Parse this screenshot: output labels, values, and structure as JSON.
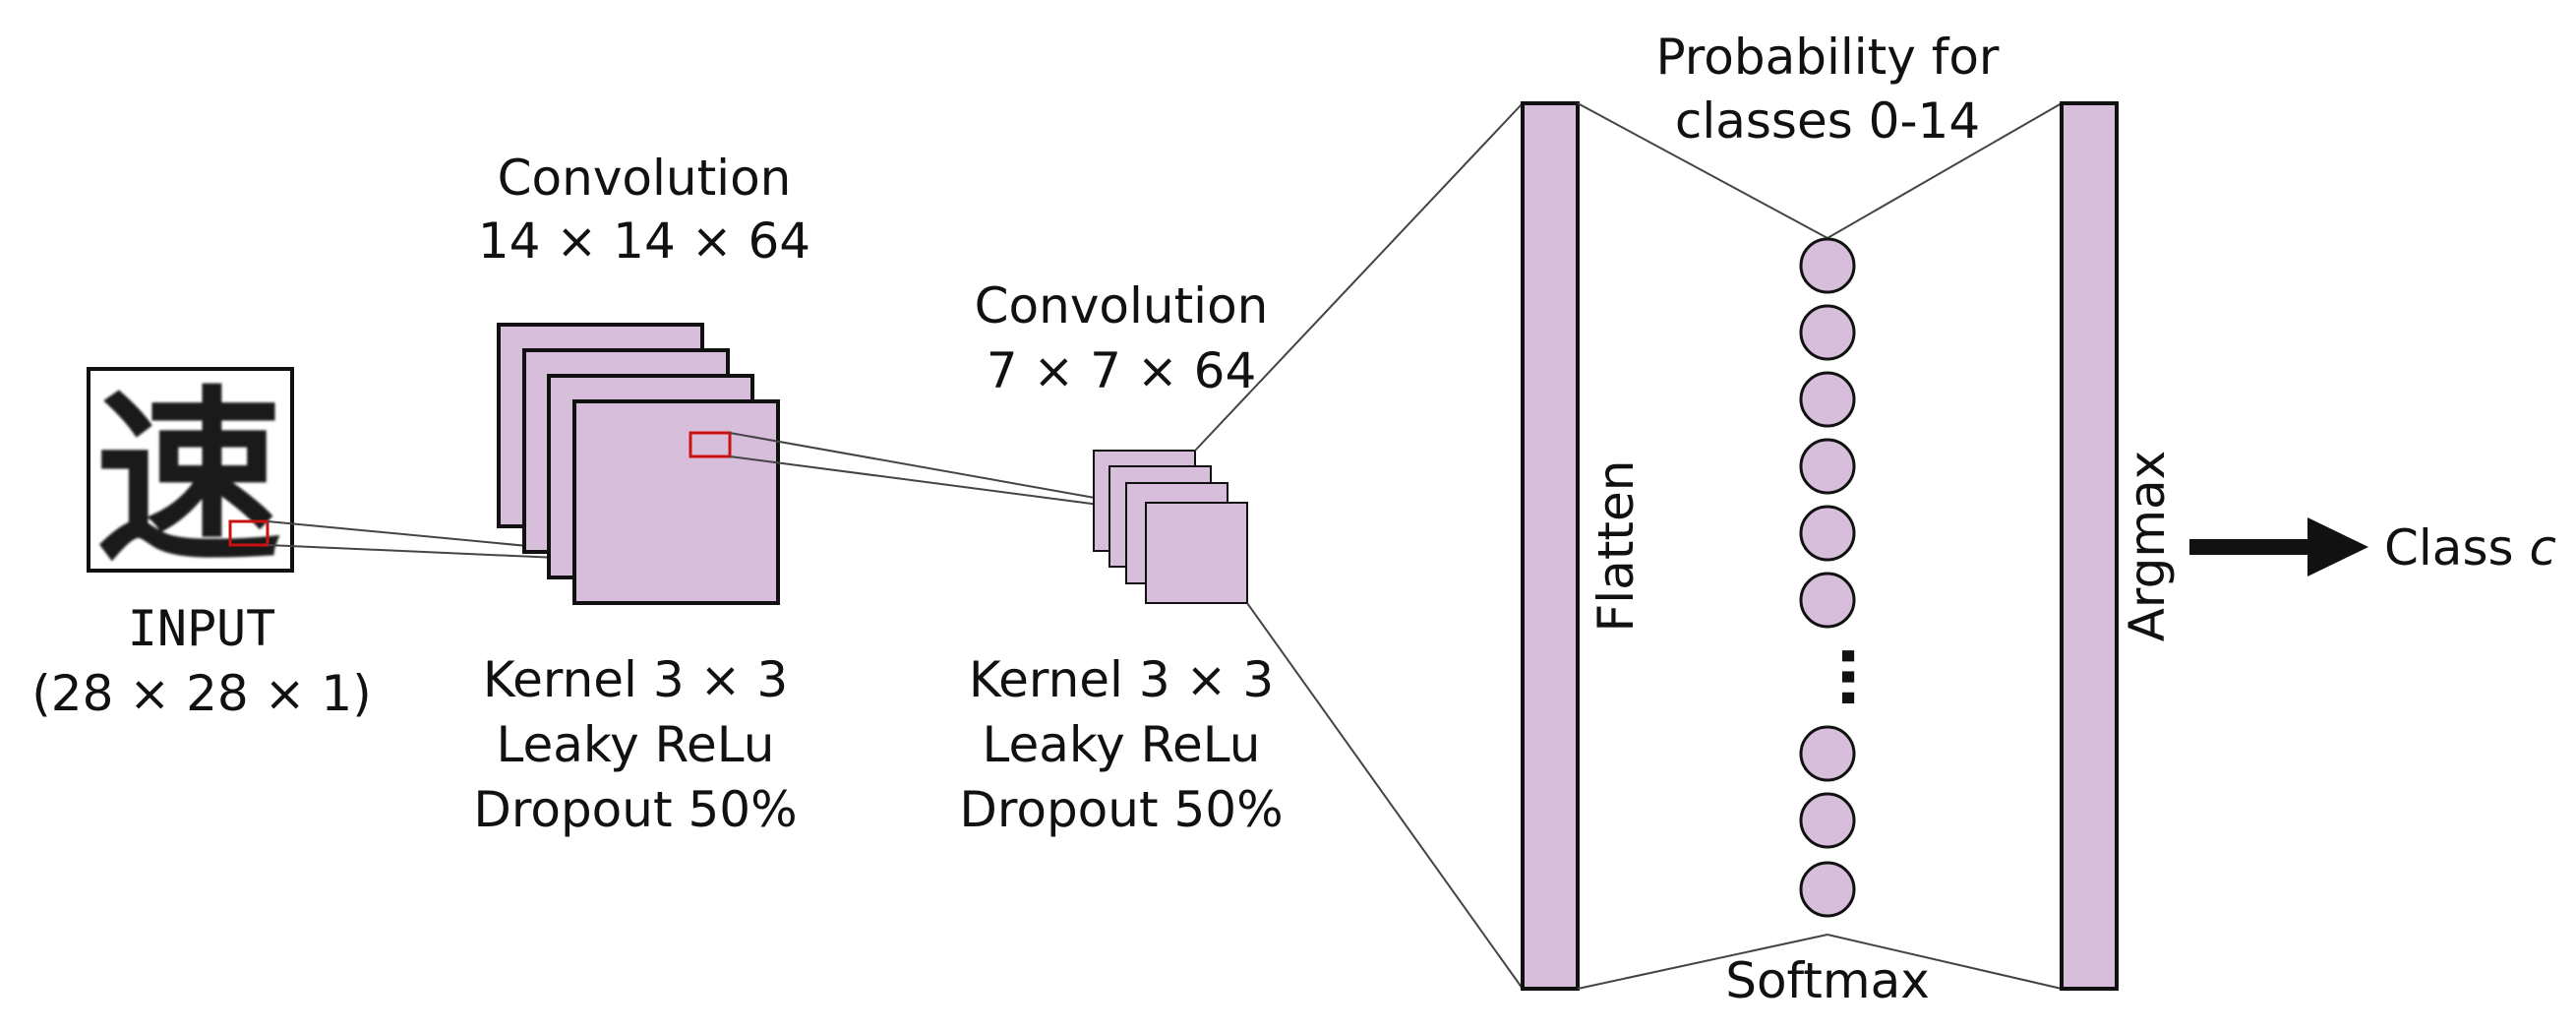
{
  "colors": {
    "fill": "#d7bfdc",
    "stroke": "#111111",
    "highlight": "#cc1111",
    "background": "#ffffff"
  },
  "input": {
    "glyph": "速",
    "label_line1": "INPUT",
    "label_line2": "(28 × 28 × 1)"
  },
  "conv1": {
    "title_line1": "Convolution",
    "title_line2": "14 × 14 × 64",
    "desc_line1": "Kernel 3 × 3",
    "desc_line2": "Leaky ReLu",
    "desc_line3": "Dropout 50%"
  },
  "conv2": {
    "title_line1": "Convolution",
    "title_line2": "7 × 7 × 64",
    "desc_line1": "Kernel 3 × 3",
    "desc_line2": "Leaky ReLu",
    "desc_line3": "Dropout 50%"
  },
  "flatten": {
    "label": "Flatten"
  },
  "softmax": {
    "title_line1": "Probability for",
    "title_line2": "classes 0-14",
    "bottom_label": "Softmax",
    "ellipsis": "…"
  },
  "argmax": {
    "label": "Argmax"
  },
  "output": {
    "label_prefix": "Class ",
    "label_var": "c"
  }
}
